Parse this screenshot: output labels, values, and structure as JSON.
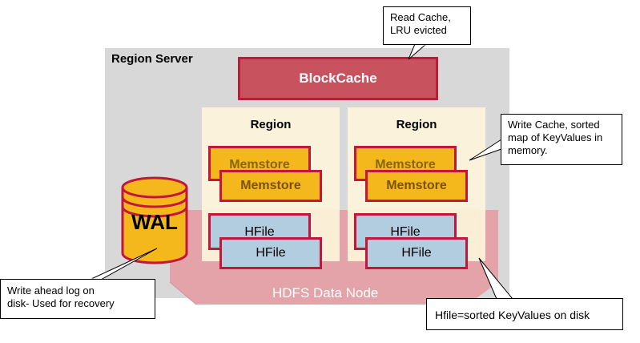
{
  "region_server": {
    "label": "Region Server"
  },
  "block_cache": {
    "label": "BlockCache"
  },
  "regions": [
    {
      "label": "Region",
      "memstores": [
        "Memstore",
        "Memstore"
      ],
      "hfiles": [
        "HFile",
        "HFile"
      ]
    },
    {
      "label": "Region",
      "memstores": [
        "Memstore",
        "Memstore"
      ],
      "hfiles": [
        "HFile",
        "HFile"
      ]
    }
  ],
  "wal": {
    "label": "WAL"
  },
  "hdfs": {
    "label": "HDFS Data Node"
  },
  "callouts": {
    "read_cache": [
      "Read Cache,",
      "LRU evicted"
    ],
    "write_cache": [
      "Write Cache, sorted",
      "map of KeyValues in",
      "memory."
    ],
    "wal": [
      "Write ahead log on",
      "disk- Used for recovery"
    ],
    "hfile": "Hfile=sorted KeyValues on disk"
  },
  "colors": {
    "server_bg": "#d8d8d8",
    "hdfs": "#e3a3a8",
    "block_cache": "#c8535e",
    "accent_border": "#c4163a",
    "memstore": "#f4b81c",
    "hfile": "#b3cde0",
    "region_bg": "#fdf4da"
  }
}
